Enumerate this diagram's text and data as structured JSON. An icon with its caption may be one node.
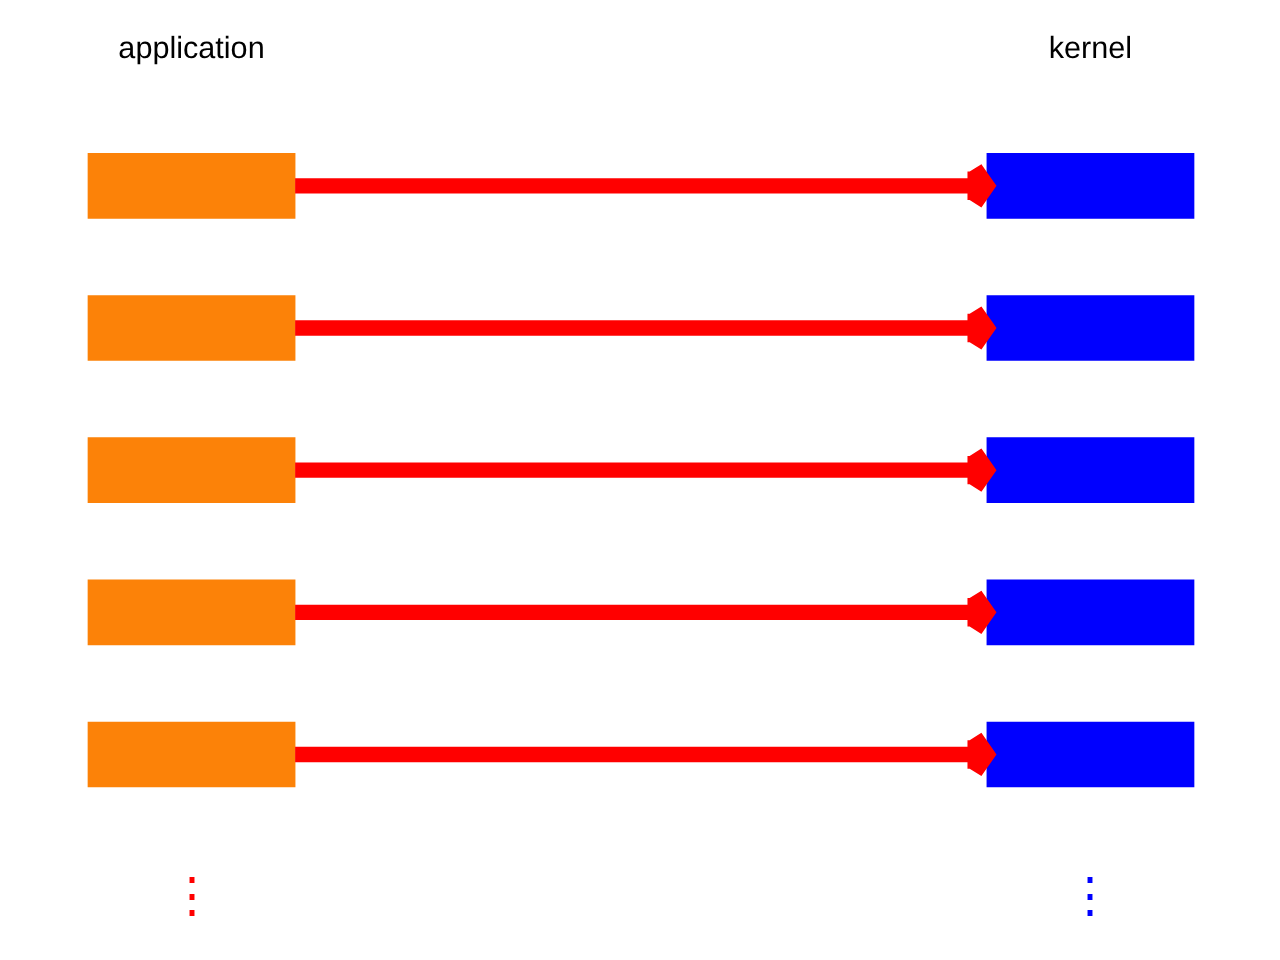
{
  "diagram": {
    "nodes": [
      {
        "text": [],
        "shape": "box"
      },
      {
        "text": [],
        "shape": "box"
      },
      {
        "text": [],
        "shape": "box"
      },
      {
        "text": [],
        "shape": "box"
      },
      {
        "text": [],
        "shape": "box"
      },
      {
        "text": [],
        "shape": "box"
      },
      {
        "text": [],
        "shape": "box"
      },
      {
        "text": [],
        "shape": "box"
      },
      {
        "text": [],
        "shape": "box"
      },
      {
        "text": [],
        "shape": "box"
      }
    ],
    "edges": [
      {
        "from": 0,
        "to": 5,
        "arrow": "to"
      },
      {
        "from": 1,
        "to": 6,
        "arrow": "to"
      },
      {
        "from": 2,
        "to": 7,
        "arrow": "to"
      },
      {
        "from": 3,
        "to": 8,
        "arrow": "to"
      },
      {
        "from": 4,
        "to": 9,
        "arrow": "to"
      }
    ],
    "labels": [
      "application",
      "kernel",
      "⋮",
      "⋮"
    ]
  }
}
